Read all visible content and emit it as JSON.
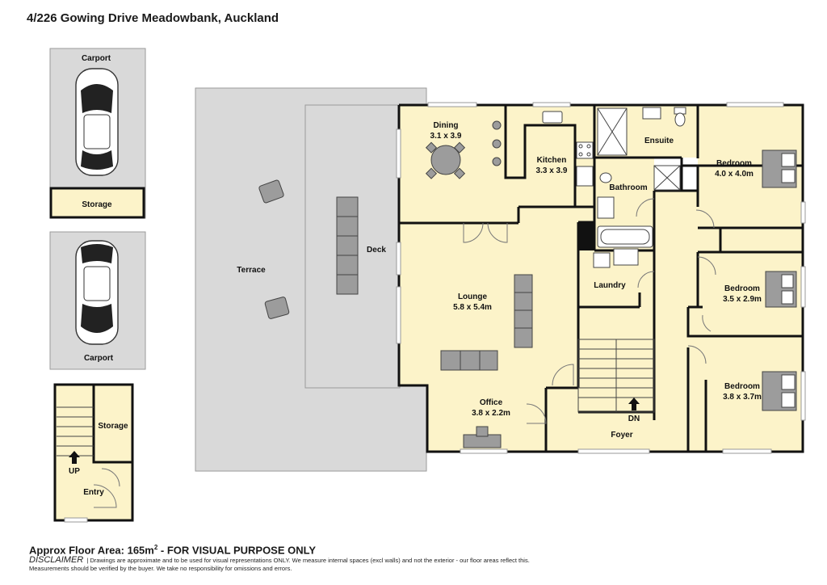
{
  "title": "4/226 Gowing Drive Meadowbank, Auckland",
  "floor_area": {
    "label": "Approx Floor Area: 165m",
    "superscript": "2",
    "suffix": " - FOR VISUAL PURPOSE ONLY"
  },
  "disclaimer": {
    "heading": "DISCLAIMER",
    "line1": "| Drawings are approximate and to be used for visual representations ONLY. We measure internal spaces (excl walls) and not the exterior - our floor areas reflect this.",
    "line2": "Measurements should be verified by the buyer. We take no responsibility for omissions and errors."
  },
  "rooms": {
    "carport_top": "Carport",
    "carport_bottom": "Carport",
    "storage_carport": "Storage",
    "terrace": "Terrace",
    "deck": "Deck",
    "dining_name": "Dining",
    "dining_size": "3.1 x 3.9",
    "kitchen_name": "Kitchen",
    "kitchen_size": "3.3 x 3.9",
    "ensuite": "Ensuite",
    "bathroom": "Bathroom",
    "bedroom1_name": "Bedroom",
    "bedroom1_size": "4.0 x 4.0m",
    "bedroom2_name": "Bedroom",
    "bedroom2_size": "3.5 x 2.9m",
    "bedroom3_name": "Bedroom",
    "bedroom3_size": "3.8 x 3.7m",
    "lounge_name": "Lounge",
    "lounge_size": "5.8 x 5.4m",
    "laundry": "Laundry",
    "office_name": "Office",
    "office_size": "3.8 x 2.2m",
    "foyer": "Foyer",
    "dn": "DN",
    "storage_lower": "Storage",
    "up": "UP",
    "entry": "Entry"
  },
  "colors": {
    "room_fill": "#fcf3c9",
    "outdoor_fill": "#d9d9d9",
    "wall": "#111111",
    "furniture": "#9c9c9c"
  }
}
